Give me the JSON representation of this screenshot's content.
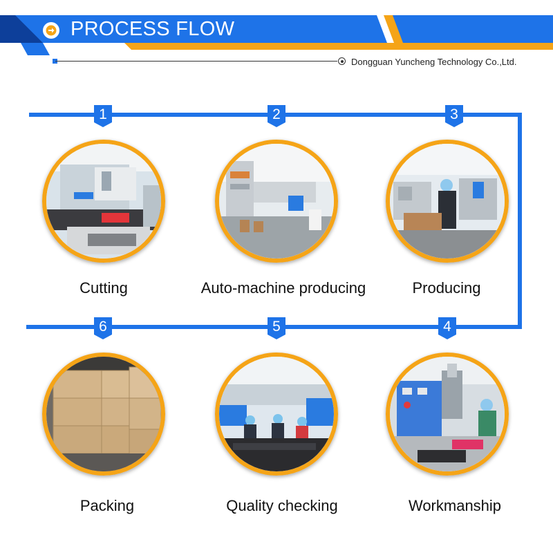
{
  "header": {
    "title": "PROCESS FLOW",
    "company": "Dongguan Yuncheng Technology Co.,Ltd."
  },
  "colors": {
    "blue": "#1e73e8",
    "orange": "#f5a417",
    "dark_blue": "#0d3f9a"
  },
  "steps": [
    {
      "number": "1",
      "label": "Cutting",
      "icon": "cutting-photo"
    },
    {
      "number": "2",
      "label": "Auto-machine producing",
      "icon": "auto-machine-photo"
    },
    {
      "number": "3",
      "label": "Producing",
      "icon": "producing-photo"
    },
    {
      "number": "4",
      "label": "Workmanship",
      "icon": "workmanship-photo"
    },
    {
      "number": "5",
      "label": "Quality checking",
      "icon": "quality-checking-photo"
    },
    {
      "number": "6",
      "label": "Packing",
      "icon": "packing-photo"
    }
  ]
}
